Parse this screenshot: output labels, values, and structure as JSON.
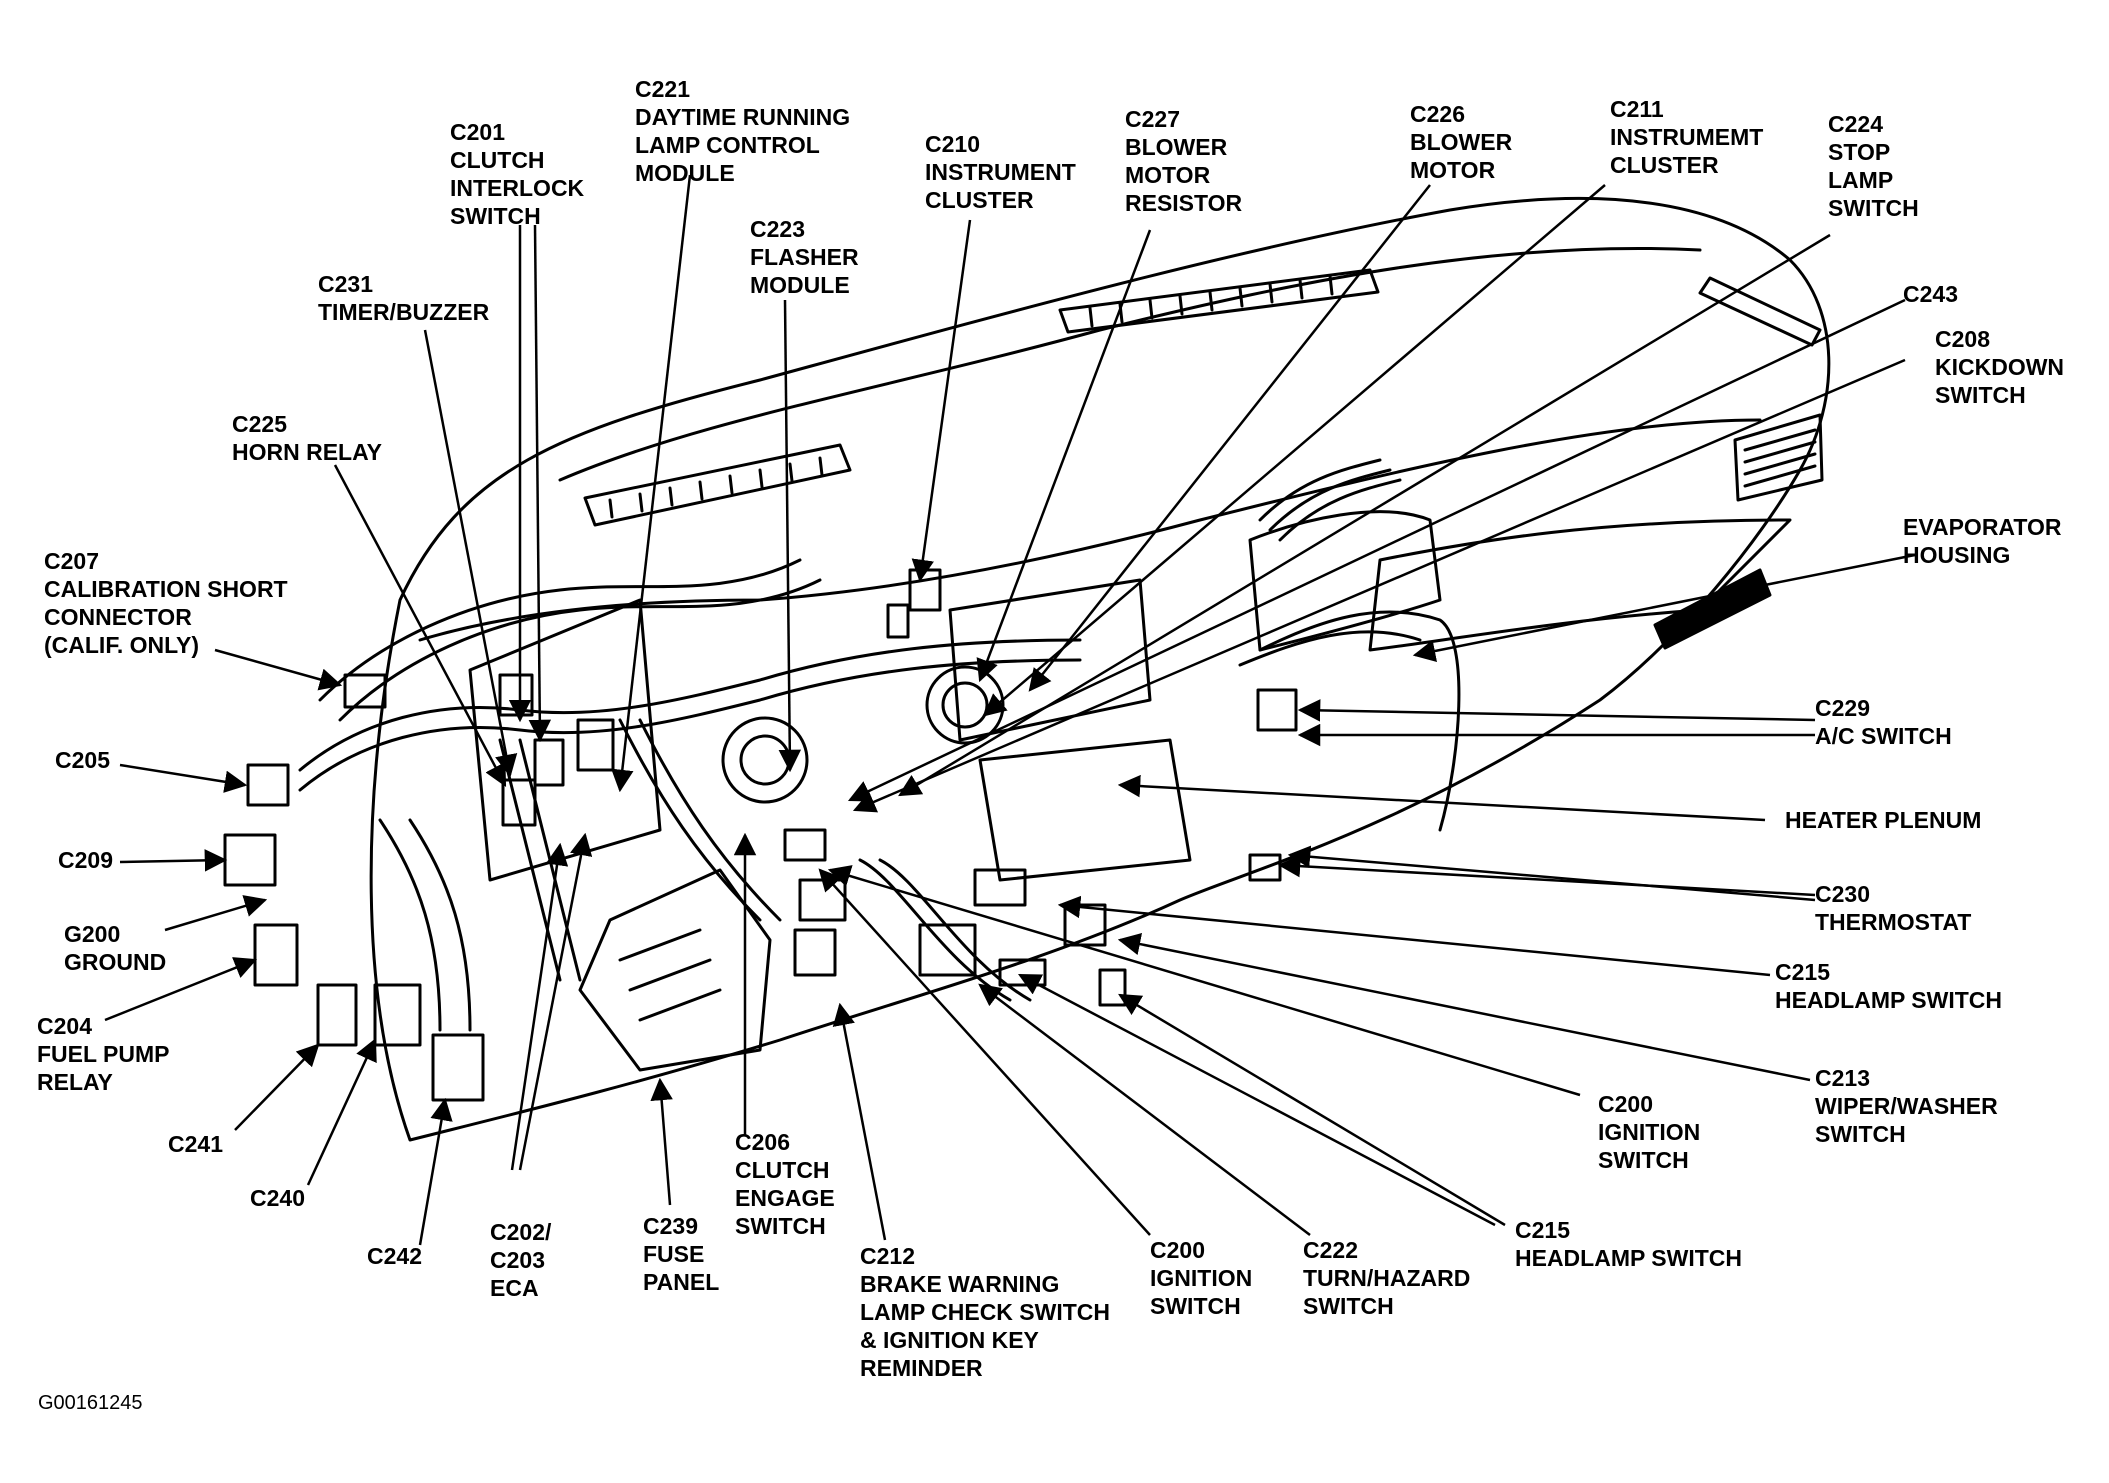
{
  "figure_id": "G00161245",
  "colors": {
    "ink": "#000000",
    "paper": "#ffffff"
  },
  "labels": [
    {
      "id": "c201",
      "text": "C201\nCLUTCH\nINTERLOCK\nSWITCH"
    },
    {
      "id": "c221",
      "text": "C221\nDAYTIME RUNNING\nLAMP CONTROL\nMODULE"
    },
    {
      "id": "c210",
      "text": "C210\nINSTRUMENT\nCLUSTER"
    },
    {
      "id": "c227",
      "text": "C227\nBLOWER\nMOTOR\nRESISTOR"
    },
    {
      "id": "c226",
      "text": "C226\nBLOWER\nMOTOR"
    },
    {
      "id": "c211",
      "text": "C211\nINSTRUMEMT\nCLUSTER"
    },
    {
      "id": "c224",
      "text": "C224\nSTOP\nLAMP\nSWITCH"
    },
    {
      "id": "c223",
      "text": "C223\nFLASHER\nMODULE"
    },
    {
      "id": "c231",
      "text": "C231\nTIMER/BUZZER"
    },
    {
      "id": "c243",
      "text": "C243"
    },
    {
      "id": "c208",
      "text": "C208\nKICKDOWN\nSWITCH"
    },
    {
      "id": "c225",
      "text": "C225\nHORN RELAY"
    },
    {
      "id": "evap",
      "text": "EVAPORATOR\nHOUSING"
    },
    {
      "id": "c207",
      "text": "C207\nCALIBRATION SHORT\nCONNECTOR\n(CALIF. ONLY)"
    },
    {
      "id": "c229",
      "text": "C229\nA/C SWITCH"
    },
    {
      "id": "c205",
      "text": "C205"
    },
    {
      "id": "heater",
      "text": "HEATER PLENUM"
    },
    {
      "id": "c209",
      "text": "C209"
    },
    {
      "id": "c230",
      "text": "C230\nTHERMOSTAT"
    },
    {
      "id": "g200",
      "text": "G200\nGROUND"
    },
    {
      "id": "c215a",
      "text": "C215\nHEADLAMP SWITCH"
    },
    {
      "id": "c204",
      "text": "C204\nFUEL PUMP\nRELAY"
    },
    {
      "id": "c213",
      "text": "C213\nWIPER/WASHER\nSWITCH"
    },
    {
      "id": "c200a",
      "text": "C200\nIGNITION\nSWITCH"
    },
    {
      "id": "c241",
      "text": "C241"
    },
    {
      "id": "c206",
      "text": "C206\nCLUTCH\nENGAGE\nSWITCH"
    },
    {
      "id": "c240",
      "text": "C240"
    },
    {
      "id": "c242",
      "text": "C242"
    },
    {
      "id": "c202",
      "text": "C202/\nC203\nECA"
    },
    {
      "id": "c239",
      "text": "C239\nFUSE\nPANEL"
    },
    {
      "id": "c212",
      "text": "C212\nBRAKE WARNING\nLAMP CHECK SWITCH\n& IGNITION KEY\nREMINDER"
    },
    {
      "id": "c200b",
      "text": "C200\nIGNITION\nSWITCH"
    },
    {
      "id": "c222",
      "text": "C222\nTURN/HAZARD\nSWITCH"
    },
    {
      "id": "c215b",
      "text": "C215\nHEADLAMP SWITCH"
    }
  ]
}
